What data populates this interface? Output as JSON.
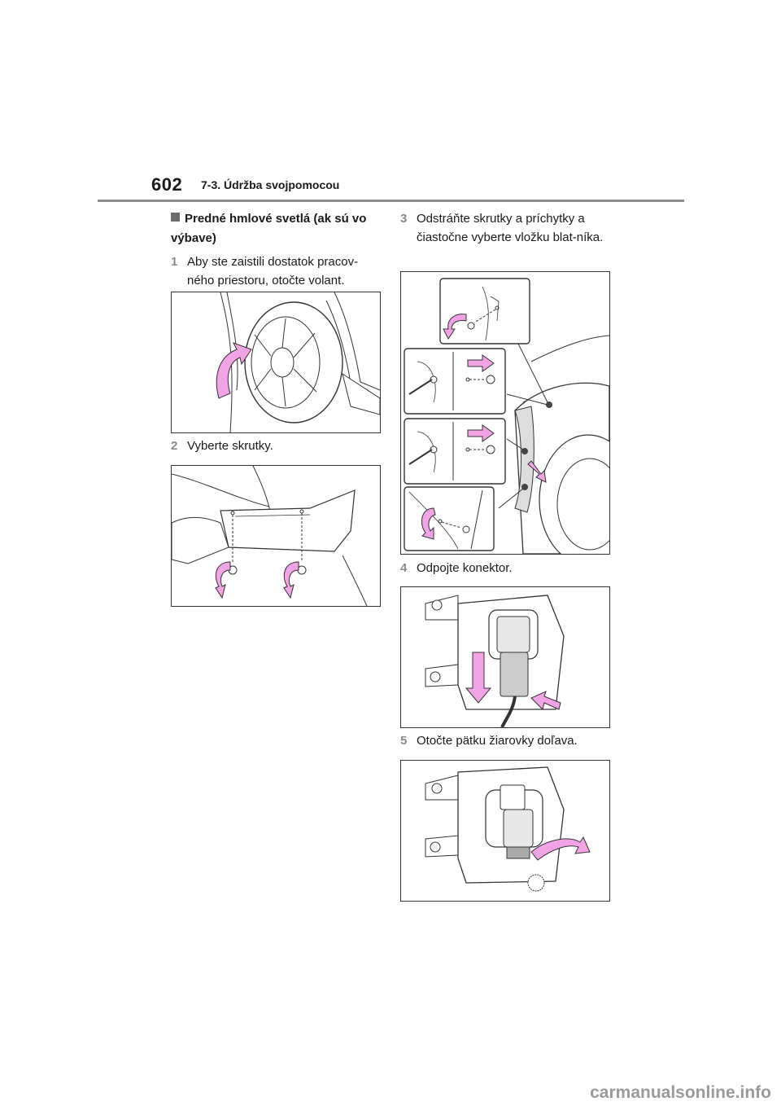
{
  "header": {
    "page_number": "602",
    "section": "7-3. Údržba svojpomocou"
  },
  "heading": "Predné hmlové svetlá (ak sú vo výbave)",
  "steps": [
    {
      "num": "1",
      "text": "Aby ste zaistili dostatok pracov-ného priestoru, otočte volant."
    },
    {
      "num": "2",
      "text": "Vyberte skrutky."
    },
    {
      "num": "3",
      "text": "Odstráňte skrutky a príchytky a čiastočne vyberte vložku blat-níka."
    },
    {
      "num": "4",
      "text": "Odpojte konektor."
    },
    {
      "num": "5",
      "text": "Otočte pätku žiarovky doľava."
    }
  ],
  "colors": {
    "arrow_fill": "#f2a3e6",
    "arrow_stroke": "#333333",
    "rule": "#8a8f8a"
  },
  "watermark": "carmanualsonline.info"
}
